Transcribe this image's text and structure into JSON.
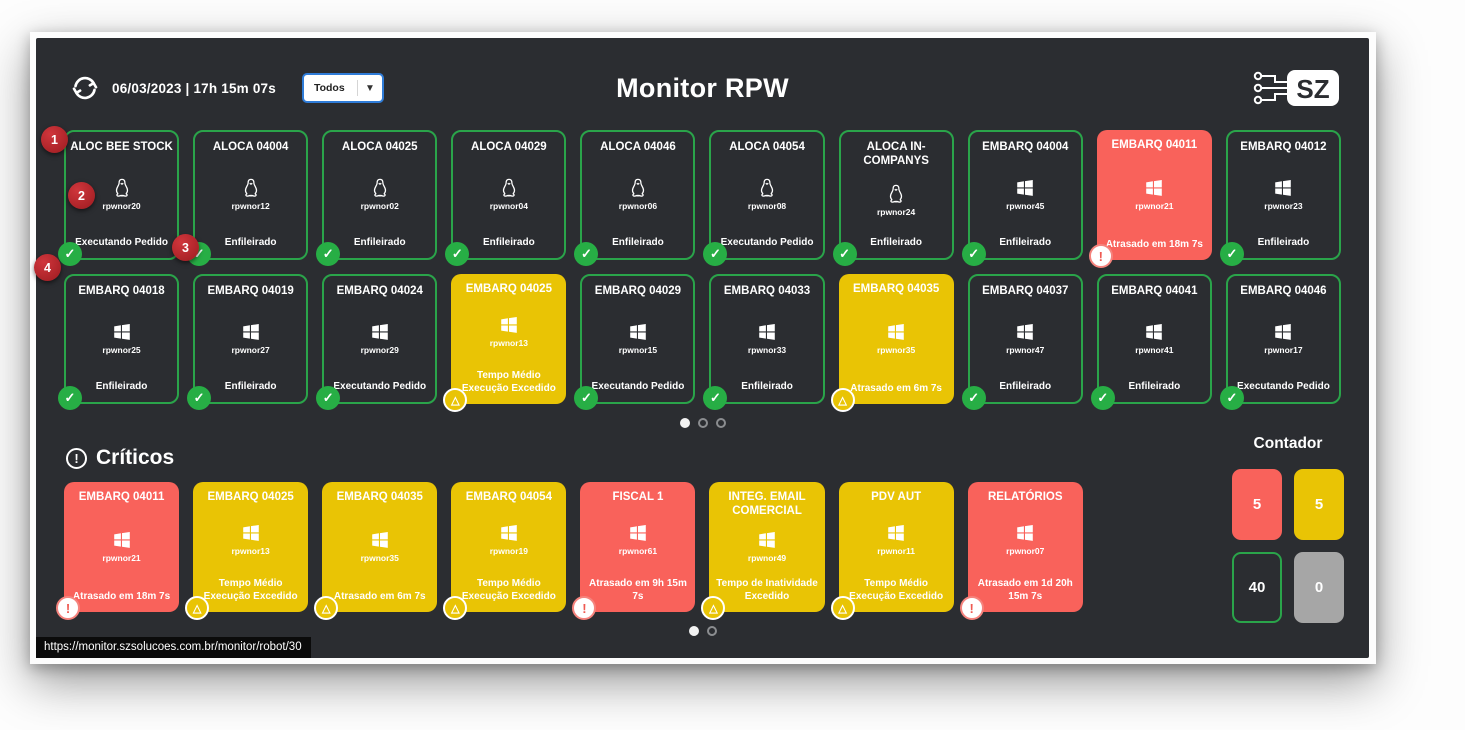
{
  "header": {
    "datetime": "06/03/2023 | 17h 15m 07s",
    "filter_selected": "Todos",
    "title": "Monitor RPW",
    "logo_text": "SZ"
  },
  "annotations": [
    "1",
    "2",
    "3",
    "4"
  ],
  "icons": {
    "ok": "✓",
    "warning": "△",
    "danger": "!"
  },
  "robots": [
    {
      "name": "ALOC BEE STOCK",
      "host": "rpwnor20",
      "status": "Executando Pedido",
      "os": "linux",
      "state": "ok"
    },
    {
      "name": "ALOCA 04004",
      "host": "rpwnor12",
      "status": "Enfileirado",
      "os": "linux",
      "state": "ok"
    },
    {
      "name": "ALOCA 04025",
      "host": "rpwnor02",
      "status": "Enfileirado",
      "os": "linux",
      "state": "ok"
    },
    {
      "name": "ALOCA 04029",
      "host": "rpwnor04",
      "status": "Enfileirado",
      "os": "linux",
      "state": "ok"
    },
    {
      "name": "ALOCA 04046",
      "host": "rpwnor06",
      "status": "Enfileirado",
      "os": "linux",
      "state": "ok"
    },
    {
      "name": "ALOCA 04054",
      "host": "rpwnor08",
      "status": "Executando Pedido",
      "os": "linux",
      "state": "ok"
    },
    {
      "name": "ALOCA IN-COMPANYS",
      "host": "rpwnor24",
      "status": "Enfileirado",
      "os": "linux",
      "state": "ok"
    },
    {
      "name": "EMBARQ 04004",
      "host": "rpwnor45",
      "status": "Enfileirado",
      "os": "windows",
      "state": "ok"
    },
    {
      "name": "EMBARQ 04011",
      "host": "rpwnor21",
      "status": "Atrasado em 18m 7s",
      "os": "windows",
      "state": "danger"
    },
    {
      "name": "EMBARQ 04012",
      "host": "rpwnor23",
      "status": "Enfileirado",
      "os": "windows",
      "state": "ok"
    },
    {
      "name": "EMBARQ 04018",
      "host": "rpwnor25",
      "status": "Enfileirado",
      "os": "windows",
      "state": "ok"
    },
    {
      "name": "EMBARQ 04019",
      "host": "rpwnor27",
      "status": "Enfileirado",
      "os": "windows",
      "state": "ok"
    },
    {
      "name": "EMBARQ 04024",
      "host": "rpwnor29",
      "status": "Executando Pedido",
      "os": "windows",
      "state": "ok"
    },
    {
      "name": "EMBARQ 04025",
      "host": "rpwnor13",
      "status": "Tempo Médio Execução Excedido",
      "os": "windows",
      "state": "warning"
    },
    {
      "name": "EMBARQ 04029",
      "host": "rpwnor15",
      "status": "Executando Pedido",
      "os": "windows",
      "state": "ok"
    },
    {
      "name": "EMBARQ 04033",
      "host": "rpwnor33",
      "status": "Enfileirado",
      "os": "windows",
      "state": "ok"
    },
    {
      "name": "EMBARQ 04035",
      "host": "rpwnor35",
      "status": "Atrasado em 6m 7s",
      "os": "windows",
      "state": "warning"
    },
    {
      "name": "EMBARQ 04037",
      "host": "rpwnor47",
      "status": "Enfileirado",
      "os": "windows",
      "state": "ok"
    },
    {
      "name": "EMBARQ 04041",
      "host": "rpwnor41",
      "status": "Enfileirado",
      "os": "windows",
      "state": "ok"
    },
    {
      "name": "EMBARQ 04046",
      "host": "rpwnor17",
      "status": "Executando Pedido",
      "os": "windows",
      "state": "ok"
    }
  ],
  "grid_pagination": {
    "count": 3,
    "active": 0
  },
  "criticos": {
    "title": "Críticos",
    "cards": [
      {
        "name": "EMBARQ 04011",
        "host": "rpwnor21",
        "status": "Atrasado em 18m 7s",
        "os": "windows",
        "state": "danger"
      },
      {
        "name": "EMBARQ 04025",
        "host": "rpwnor13",
        "status": "Tempo Médio Execução Excedido",
        "os": "windows",
        "state": "warning"
      },
      {
        "name": "EMBARQ 04035",
        "host": "rpwnor35",
        "status": "Atrasado em 6m 7s",
        "os": "windows",
        "state": "warning"
      },
      {
        "name": "EMBARQ 04054",
        "host": "rpwnor19",
        "status": "Tempo Médio Execução Excedido",
        "os": "windows",
        "state": "warning"
      },
      {
        "name": "FISCAL 1",
        "host": "rpwnor61",
        "status": "Atrasado em 9h 15m 7s",
        "os": "windows",
        "state": "danger"
      },
      {
        "name": "INTEG. EMAIL COMERCIAL",
        "host": "rpwnor49",
        "status": "Tempo de Inatividade Excedido",
        "os": "windows",
        "state": "warning"
      },
      {
        "name": "PDV AUT",
        "host": "rpwnor11",
        "status": "Tempo Médio Execução Excedido",
        "os": "windows",
        "state": "warning"
      },
      {
        "name": "RELATÓRIOS",
        "host": "rpwnor07",
        "status": "Atrasado em 1d 20h 15m 7s",
        "os": "windows",
        "state": "danger"
      }
    ],
    "pagination": {
      "count": 2,
      "active": 0
    }
  },
  "contador": {
    "title": "Contador",
    "boxes": [
      {
        "value": "5",
        "type": "danger"
      },
      {
        "value": "5",
        "type": "warning"
      },
      {
        "value": "40",
        "type": "ok"
      },
      {
        "value": "0",
        "type": "idle"
      }
    ]
  },
  "status_url": "https://monitor.szsolucoes.com.br/monitor/robot/30"
}
